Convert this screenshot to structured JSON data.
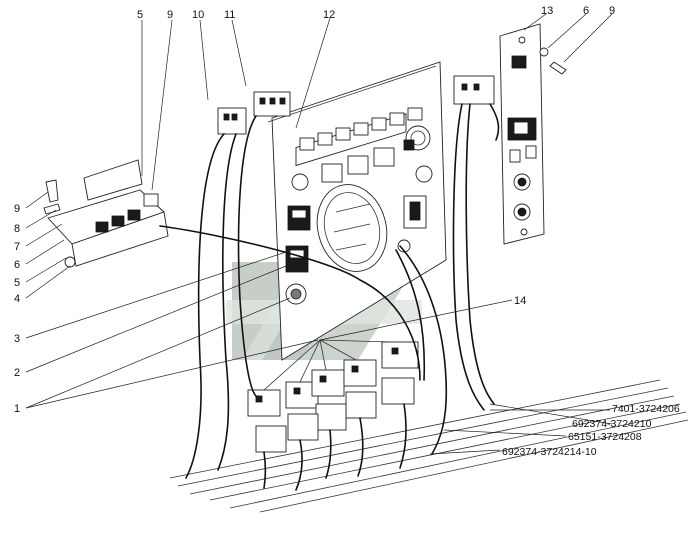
{
  "callouts": [
    {
      "id": "c5a",
      "text": "5"
    },
    {
      "id": "c9a",
      "text": "9"
    },
    {
      "id": "c10",
      "text": "10"
    },
    {
      "id": "c11",
      "text": "11"
    },
    {
      "id": "c12",
      "text": "12"
    },
    {
      "id": "c13",
      "text": "13"
    },
    {
      "id": "c6a",
      "text": "6"
    },
    {
      "id": "c9b",
      "text": "9"
    },
    {
      "id": "c9c",
      "text": "9"
    },
    {
      "id": "c8",
      "text": "8"
    },
    {
      "id": "c7",
      "text": "7"
    },
    {
      "id": "c6b",
      "text": "6"
    },
    {
      "id": "c5b",
      "text": "5"
    },
    {
      "id": "c4",
      "text": "4"
    },
    {
      "id": "c3",
      "text": "3"
    },
    {
      "id": "c2",
      "text": "2"
    },
    {
      "id": "c1",
      "text": "1"
    },
    {
      "id": "c14",
      "text": "14"
    }
  ],
  "part_numbers": [
    "7401-3724206",
    "692374-3724210",
    "65151-3724208",
    "692374-3724214-10"
  ],
  "colors": {
    "ink": "#111111",
    "background": "#ffffff",
    "watermark": "#9aa79a"
  }
}
